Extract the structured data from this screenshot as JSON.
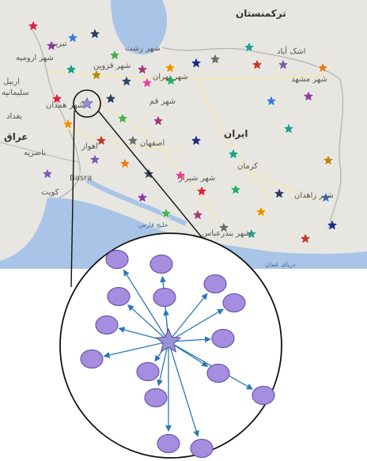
{
  "map": {
    "labels": {
      "turkmenistan": "ترکمنستان",
      "iran": "ایران",
      "iraq": "عراق",
      "kuwait": "کویت",
      "basra": "Basra",
      "mashhad": "شهر مشهد",
      "tehran": "شهر تهران",
      "qom": "شهر قم",
      "kerman": "کرمان",
      "zahedan": "شهر زاهدان",
      "shiraz": "شهر شیراز",
      "esfahan": "اصفهان",
      "ahvaz": "اهواز",
      "rasht": "شهر رشت",
      "qazvin": "شهر قزوین",
      "tabriz": "تبریز",
      "urmia": "شهر ارومیه",
      "erbil": "اربیل",
      "sulaymaniyah": "سلیمانیه",
      "hamedan": "شهر همدان",
      "baghdad": "بغداد",
      "nasiriyah": "ناصریه",
      "bandar_abbas": "شهر بندرعباس",
      "khalij_fars": "خلیج فارس",
      "darya_oman": "دریای عمان",
      "ashgabat": "اشک آباد"
    },
    "colors": {
      "land": "#e7e6e1",
      "water": "#a9c4e6",
      "border": "#b4b4b4",
      "road": "#f3e7b7",
      "hub_star": "#9b8fd6",
      "node_fill": "#a68de0",
      "node_stroke": "#6b59b0",
      "edge": "#2a78b8",
      "ellipse_stroke": "#111111"
    },
    "star_colors": [
      "#d7263d",
      "#2e4057",
      "#3b7dd8",
      "#8e3b9e",
      "#4caf50",
      "#a23b72",
      "#f18f01",
      "#1f2d86",
      "#6d6d6d",
      "#2a9d8f",
      "#c0392b",
      "#7b5ea7",
      "#e67e22",
      "#16a085",
      "#b8860b",
      "#34495e",
      "#e84393",
      "#27ae60"
    ]
  }
}
